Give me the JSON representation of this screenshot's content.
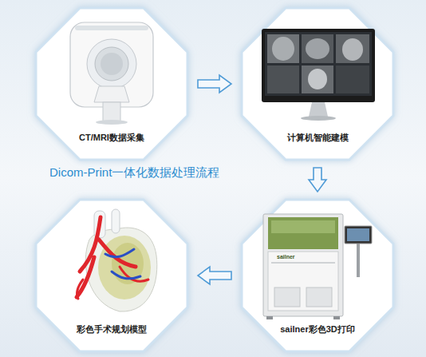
{
  "diagram": {
    "title": "Dicom-Print一体化数据处理流程",
    "nodes": [
      {
        "text": [
          "CT/MRI数据采集"
        ]
      },
      {
        "text": [
          "计算机智能建模"
        ]
      },
      {
        "text": [
          "sailner彩色3D打印"
        ]
      },
      {
        "text": [
          "彩色手术规划模型"
        ]
      }
    ],
    "edges": [
      {
        "from": 0,
        "to": 1,
        "arrow": "to"
      },
      {
        "from": 1,
        "to": 2,
        "arrow": "to"
      },
      {
        "from": 2,
        "to": 3,
        "arrow": "to"
      }
    ],
    "labels": [
      "sailner"
    ]
  }
}
